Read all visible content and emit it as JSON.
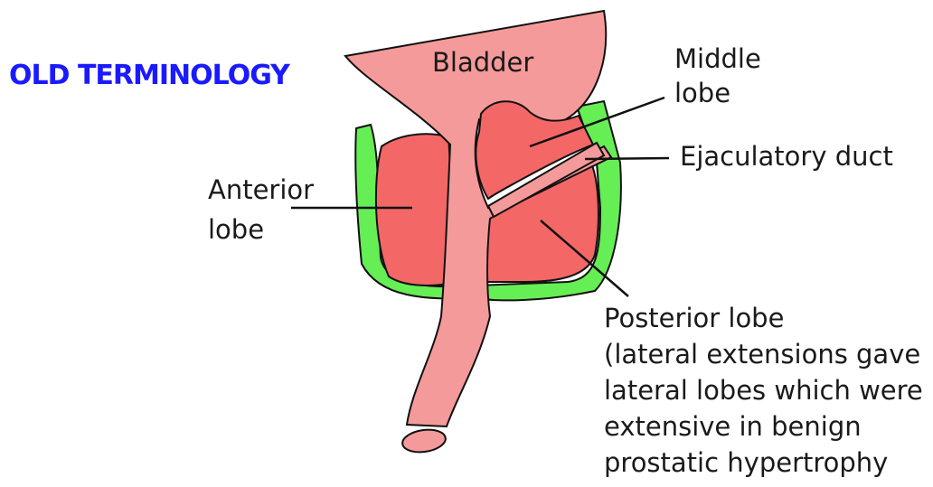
{
  "title": "OLD TERMINOLOGY",
  "labels": {
    "bladder": "Bladder",
    "middle_lobe": "Middle\nlobe",
    "ejaculatory_duct": "Ejaculatory duct",
    "anterior_lobe": "Anterior\nlobe",
    "posterior_lobe": "Posterior lobe\n(lateral extensions  gave\nlateral lobes which were\nextensive in benign\nprostatic hypertrophy"
  },
  "colors": {
    "bladder_fill": "#f59a9a",
    "lobe_fill": "#f46767",
    "capsule_fill": "#66ee55",
    "outline": "#111111",
    "title_color": "#1a1aff"
  }
}
